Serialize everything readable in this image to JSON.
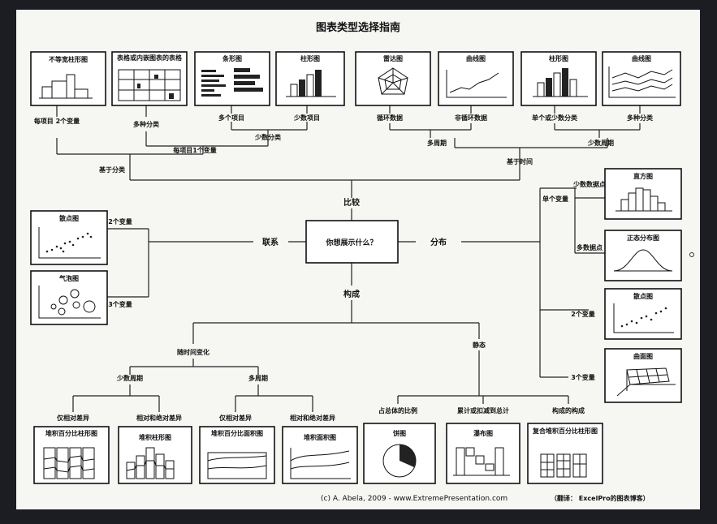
{
  "title": "图表类型选择指南",
  "center": {
    "question": "你想展示什么？"
  },
  "hubs": {
    "compare": "比较",
    "relation": "联系",
    "distribution": "分布",
    "composition": "构成"
  },
  "top_boxes": {
    "variable_width": "不等宽柱形图",
    "table_embedded": "表格或内嵌图表的表格",
    "bar_h": "条形图",
    "column": "柱形图",
    "radar": "雷达图",
    "line": "曲线图",
    "column2": "柱形图",
    "line2": "曲线图"
  },
  "top_labels": {
    "per_item_2var": "每项目 2个变量",
    "multi_category": "多种分类",
    "many_items": "多个项目",
    "few_items": "少数项目",
    "few_category": "少数分类",
    "per_item_1var": "每项目1个变量",
    "by_category": "基于分类",
    "cyclic": "循环数据",
    "non_cyclic": "非循环数据",
    "single_few_cat": "单个或少数分类",
    "multi_cat2": "多种分类",
    "many_periods": "多周期",
    "few_periods": "少数周期",
    "by_time": "基于时间"
  },
  "left_boxes": {
    "scatter": "散点图",
    "bubble": "气泡图"
  },
  "left_labels": {
    "two_var": "2个变量",
    "three_var": "3个变量"
  },
  "right_boxes": {
    "histogram": "直方图",
    "normal": "正态分布图",
    "scatter": "散点图",
    "surface": "曲面图"
  },
  "right_labels": {
    "single_var": "单个变量",
    "few_points": "少数数据点",
    "many_points": "多数据点",
    "two_var": "2个变量",
    "three_var": "3个变量"
  },
  "bottom_labels": {
    "over_time": "随时间变化",
    "static": "静态",
    "few_periods": "少数周期",
    "many_periods": "多周期",
    "relative_only": "仅相对差异",
    "rel_abs": "相对和绝对差异",
    "relative_only2": "仅相对差异",
    "rel_abs2": "相对和绝对差异",
    "share_total": "占总体的比例",
    "accum_total": "累计或扣减到总计",
    "comp_of_comp": "构成的构成"
  },
  "bottom_boxes": {
    "stacked_100_column": "堆积百分比柱形图",
    "stacked_column": "堆积柱形图",
    "stacked_100_area": "堆积百分比面积图",
    "stacked_area": "堆积面积图",
    "pie": "饼图",
    "waterfall": "瀑布图",
    "compound_100_column": "复合堆积百分比柱形图"
  },
  "footer": {
    "credit": "(c) A. Abela, 2009 - www.ExtremePresentation.com",
    "translation": "（翻译： ExcelPro的图表博客）"
  }
}
